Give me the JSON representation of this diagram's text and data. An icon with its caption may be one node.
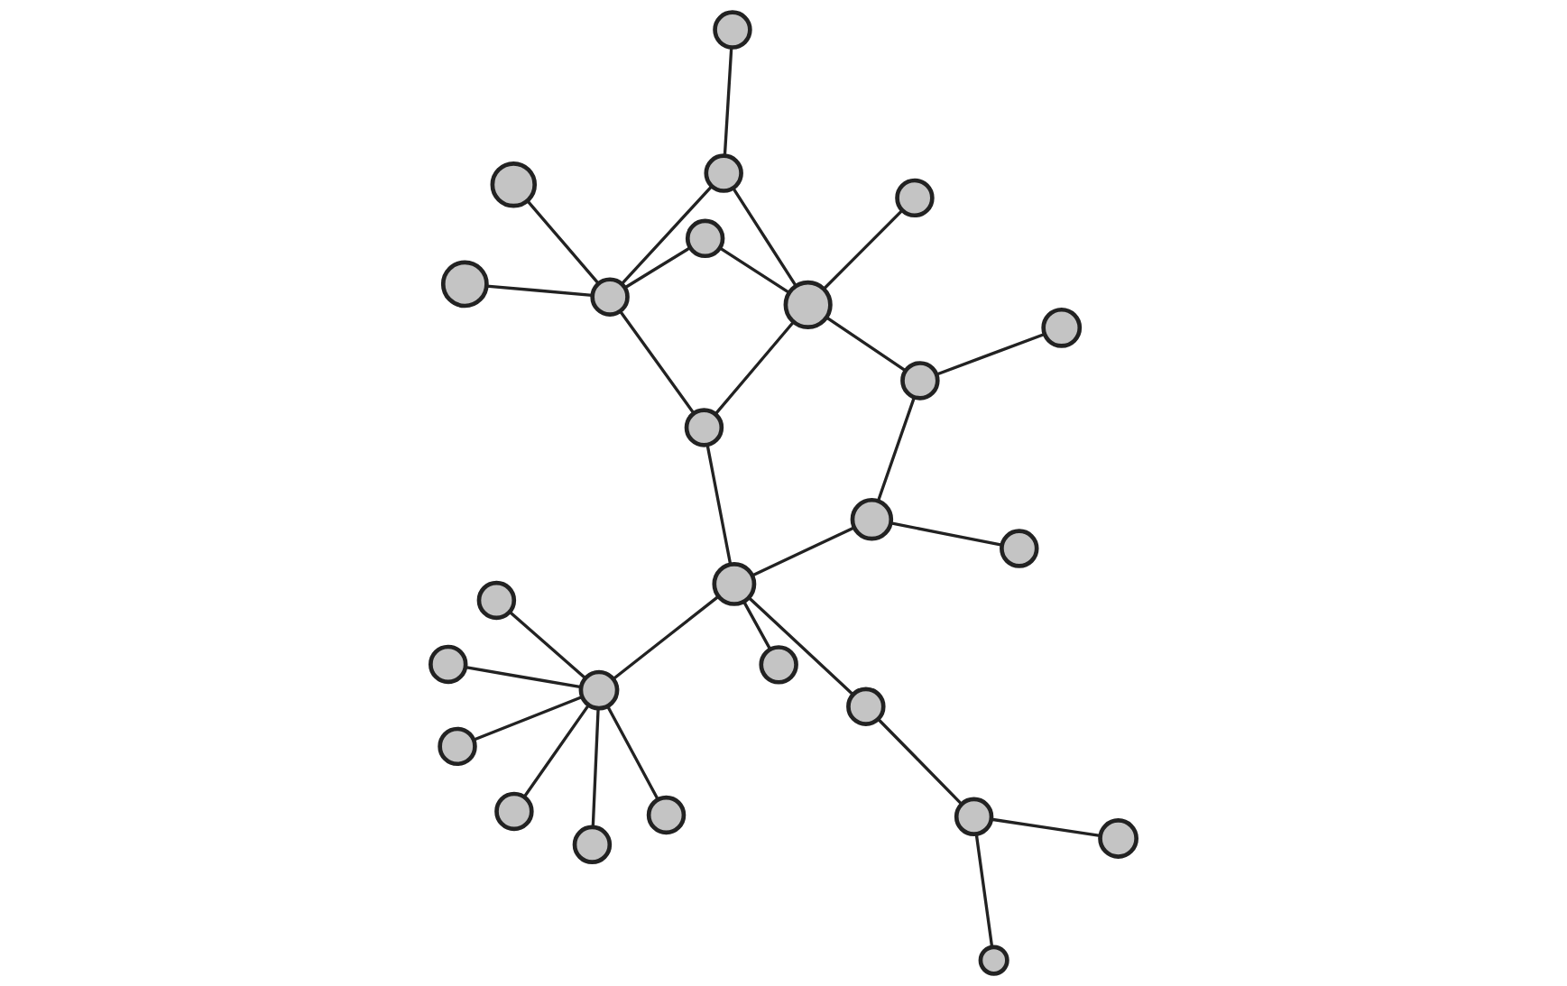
{
  "diagram": {
    "nodes": [
      {
        "text": [],
        "shape": "circle"
      },
      {
        "text": [],
        "shape": "circle"
      },
      {
        "text": [],
        "shape": "circle"
      },
      {
        "text": [],
        "shape": "circle"
      },
      {
        "text": [],
        "shape": "circle"
      },
      {
        "text": [],
        "shape": "circle"
      },
      {
        "text": [],
        "shape": "circle"
      },
      {
        "text": [],
        "shape": "circle"
      },
      {
        "text": [],
        "shape": "circle"
      },
      {
        "text": [],
        "shape": "circle"
      },
      {
        "text": [],
        "shape": "circle"
      },
      {
        "text": [],
        "shape": "circle"
      },
      {
        "text": [],
        "shape": "circle"
      },
      {
        "text": [],
        "shape": "circle"
      },
      {
        "text": [],
        "shape": "circle"
      },
      {
        "text": [],
        "shape": "circle"
      },
      {
        "text": [],
        "shape": "circle"
      },
      {
        "text": [],
        "shape": "circle"
      },
      {
        "text": [],
        "shape": "circle"
      },
      {
        "text": [],
        "shape": "circle"
      },
      {
        "text": [],
        "shape": "circle"
      },
      {
        "text": [],
        "shape": "circle"
      },
      {
        "text": [],
        "shape": "circle"
      },
      {
        "text": [],
        "shape": "circle"
      },
      {
        "text": [],
        "shape": "circle"
      },
      {
        "text": [],
        "shape": "circle"
      }
    ],
    "edges": [
      {
        "from": 0,
        "to": 4,
        "arrow": "none"
      },
      {
        "from": 1,
        "to": 9,
        "arrow": "none"
      },
      {
        "from": 2,
        "to": 7,
        "arrow": "none"
      },
      {
        "from": 3,
        "to": 4,
        "arrow": "none"
      },
      {
        "from": 4,
        "to": 5,
        "arrow": "none"
      },
      {
        "from": 4,
        "to": 6,
        "arrow": "none"
      },
      {
        "from": 4,
        "to": 10,
        "arrow": "none"
      },
      {
        "from": 4,
        "to": 11,
        "arrow": "none"
      },
      {
        "from": 4,
        "to": 9,
        "arrow": "none"
      },
      {
        "from": 8,
        "to": 9,
        "arrow": "none"
      },
      {
        "from": 8,
        "to": 12,
        "arrow": "none"
      },
      {
        "from": 9,
        "to": 7,
        "arrow": "none"
      },
      {
        "from": 9,
        "to": 14,
        "arrow": "none"
      },
      {
        "from": 7,
        "to": 18,
        "arrow": "none"
      },
      {
        "from": 12,
        "to": 13,
        "arrow": "none"
      },
      {
        "from": 12,
        "to": 16,
        "arrow": "none"
      },
      {
        "from": 15,
        "to": 14,
        "arrow": "none"
      },
      {
        "from": 15,
        "to": 17,
        "arrow": "none"
      },
      {
        "from": 15,
        "to": 19,
        "arrow": "none"
      },
      {
        "from": 15,
        "to": 25,
        "arrow": "none"
      },
      {
        "from": 15,
        "to": 21,
        "arrow": "none"
      },
      {
        "from": 17,
        "to": 22,
        "arrow": "none"
      },
      {
        "from": 17,
        "to": 23,
        "arrow": "none"
      },
      {
        "from": 14,
        "to": 23,
        "arrow": "none"
      },
      {
        "from": 21,
        "to": 23,
        "arrow": "none"
      },
      {
        "from": 24,
        "to": 23,
        "arrow": "none"
      },
      {
        "from": 23,
        "to": 18,
        "arrow": "none"
      },
      {
        "from": 18,
        "to": 20,
        "arrow": "none"
      }
    ]
  }
}
